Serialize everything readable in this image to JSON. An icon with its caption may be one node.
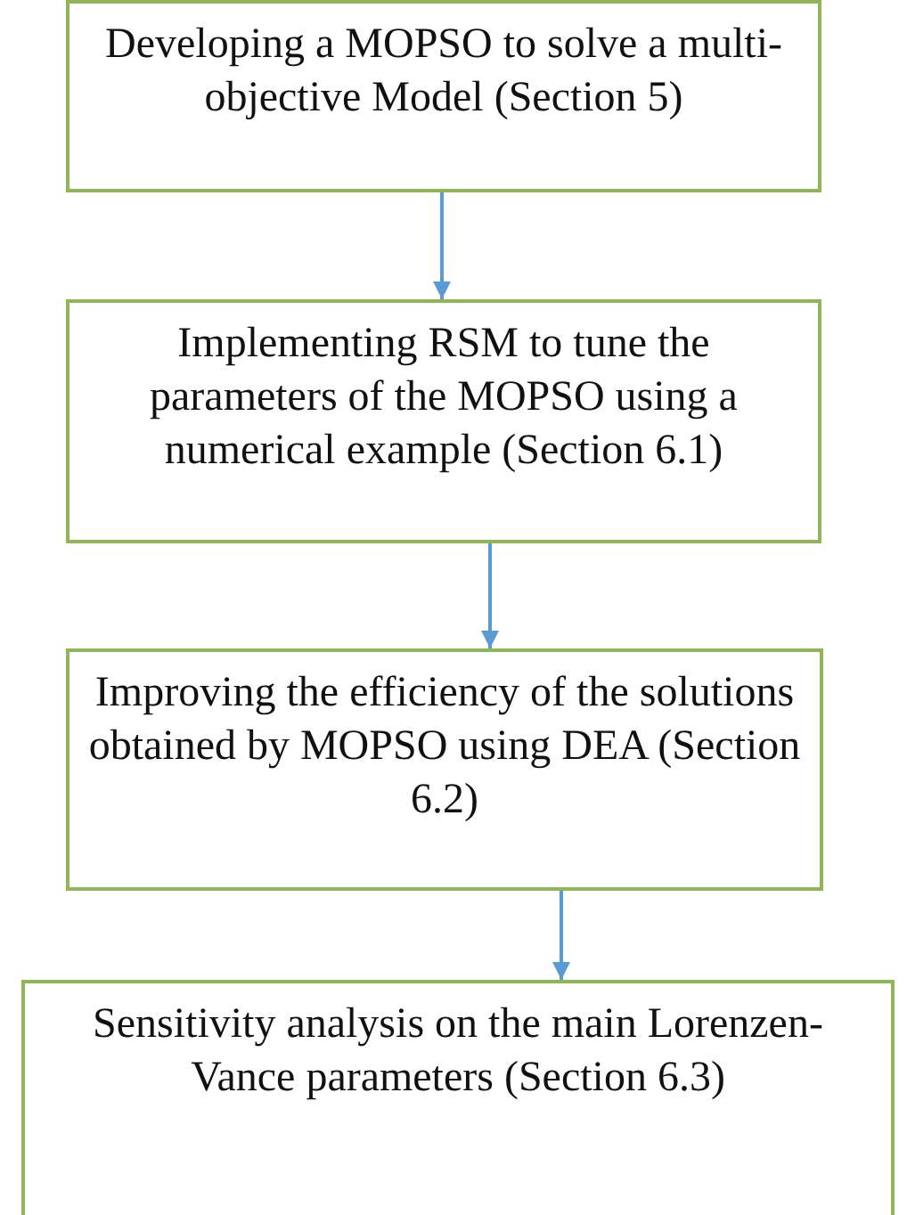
{
  "diagram": {
    "nodes": [
      {
        "text": [
          "Developing a MOPSO to solve a multi-objective Model (Section 5)"
        ]
      },
      {
        "text": [
          "Implementing RSM to tune the parameters of the MOPSO using a numerical example (Section 6.1)"
        ]
      },
      {
        "text": [
          "Improving the efficiency of the solutions obtained by MOPSO using DEA (Section 6.2)"
        ]
      },
      {
        "text": [
          "Sensitivity analysis on the main Lorenzen-Vance parameters (Section 6.3)"
        ]
      }
    ],
    "edges": [
      {
        "from": 0,
        "to": 1,
        "arrow": "to"
      },
      {
        "from": 1,
        "to": 2,
        "arrow": "to"
      },
      {
        "from": 2,
        "to": 3,
        "arrow": "to"
      }
    ]
  }
}
